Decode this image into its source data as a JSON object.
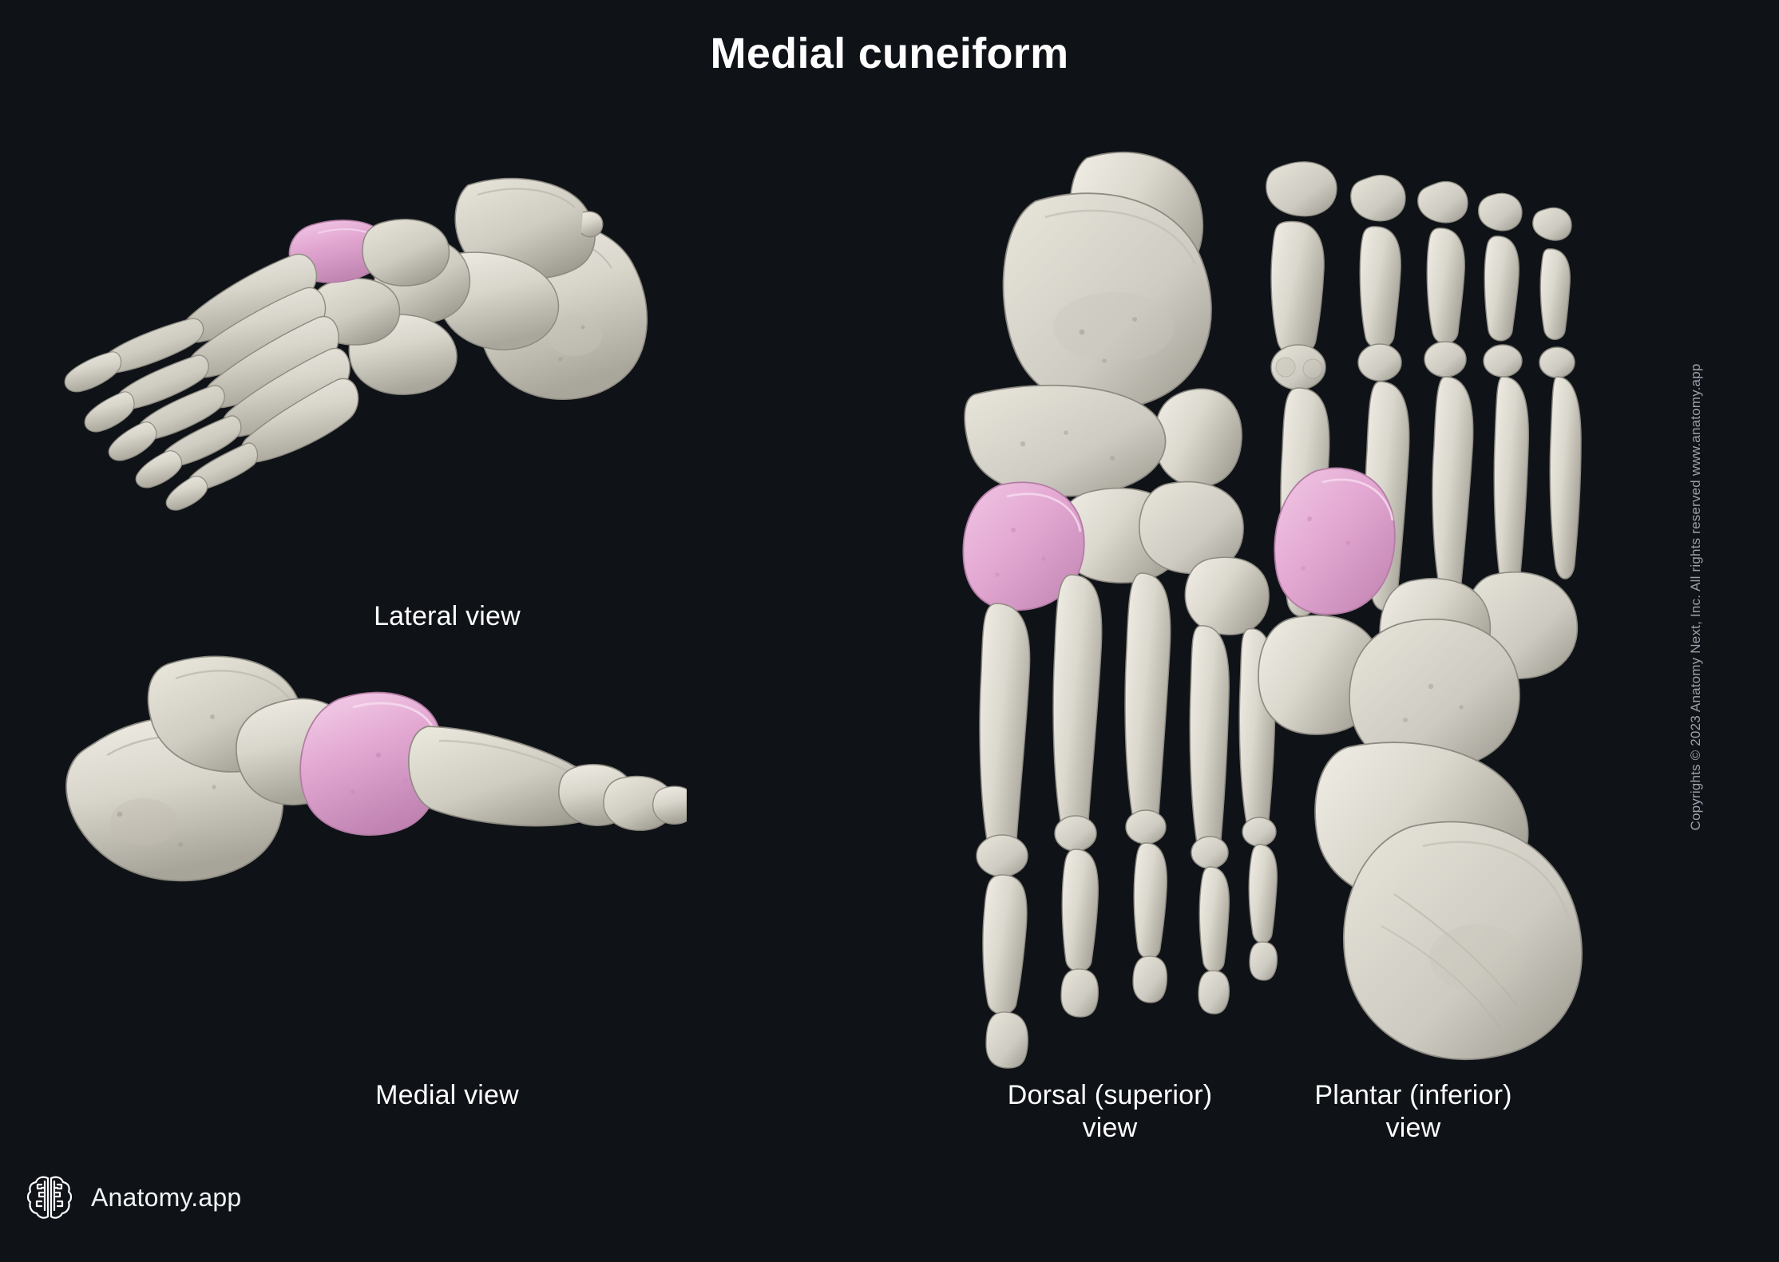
{
  "title": "Medial cuneiform",
  "background_color": "#0f1318",
  "colors": {
    "background": "#0f1318",
    "text": "#ffffff",
    "bone": "#d6d3c9",
    "bone_shadow": "#a9a79d",
    "bone_light": "#eceae2",
    "highlight_pink": "#e3a8d2",
    "highlight_pink_dark": "#c98bb9",
    "highlight_pink_light": "#f0c4e2",
    "copyright_text": "#9aa1aa"
  },
  "views": [
    {
      "id": "lateral",
      "label": "Lateral view"
    },
    {
      "id": "medial",
      "label": "Medial view"
    },
    {
      "id": "dorsal",
      "label": "Dorsal (superior)\nview"
    },
    {
      "id": "plantar",
      "label": "Plantar (inferior)\nview"
    }
  ],
  "labels": {
    "lateral": "Lateral view",
    "medial": "Medial view",
    "dorsal_line1": "Dorsal (superior)",
    "dorsal_line2": "view",
    "plantar_line1": "Plantar (inferior)",
    "plantar_line2": "view"
  },
  "brand": {
    "name": "Anatomy.app",
    "icon": "brain-icon"
  },
  "copyright": "Copyrights © 2023 Anatomy Next, Inc. All rights reserved www.anatomy.app",
  "highlighted_structure": "Medial cuneiform",
  "anatomy": {
    "subject": "Human foot skeleton",
    "highlight_count": 4,
    "bone_groups": [
      "phalanges",
      "metatarsals",
      "cuneiforms",
      "cuboid",
      "navicular",
      "talus",
      "calcaneus"
    ]
  }
}
